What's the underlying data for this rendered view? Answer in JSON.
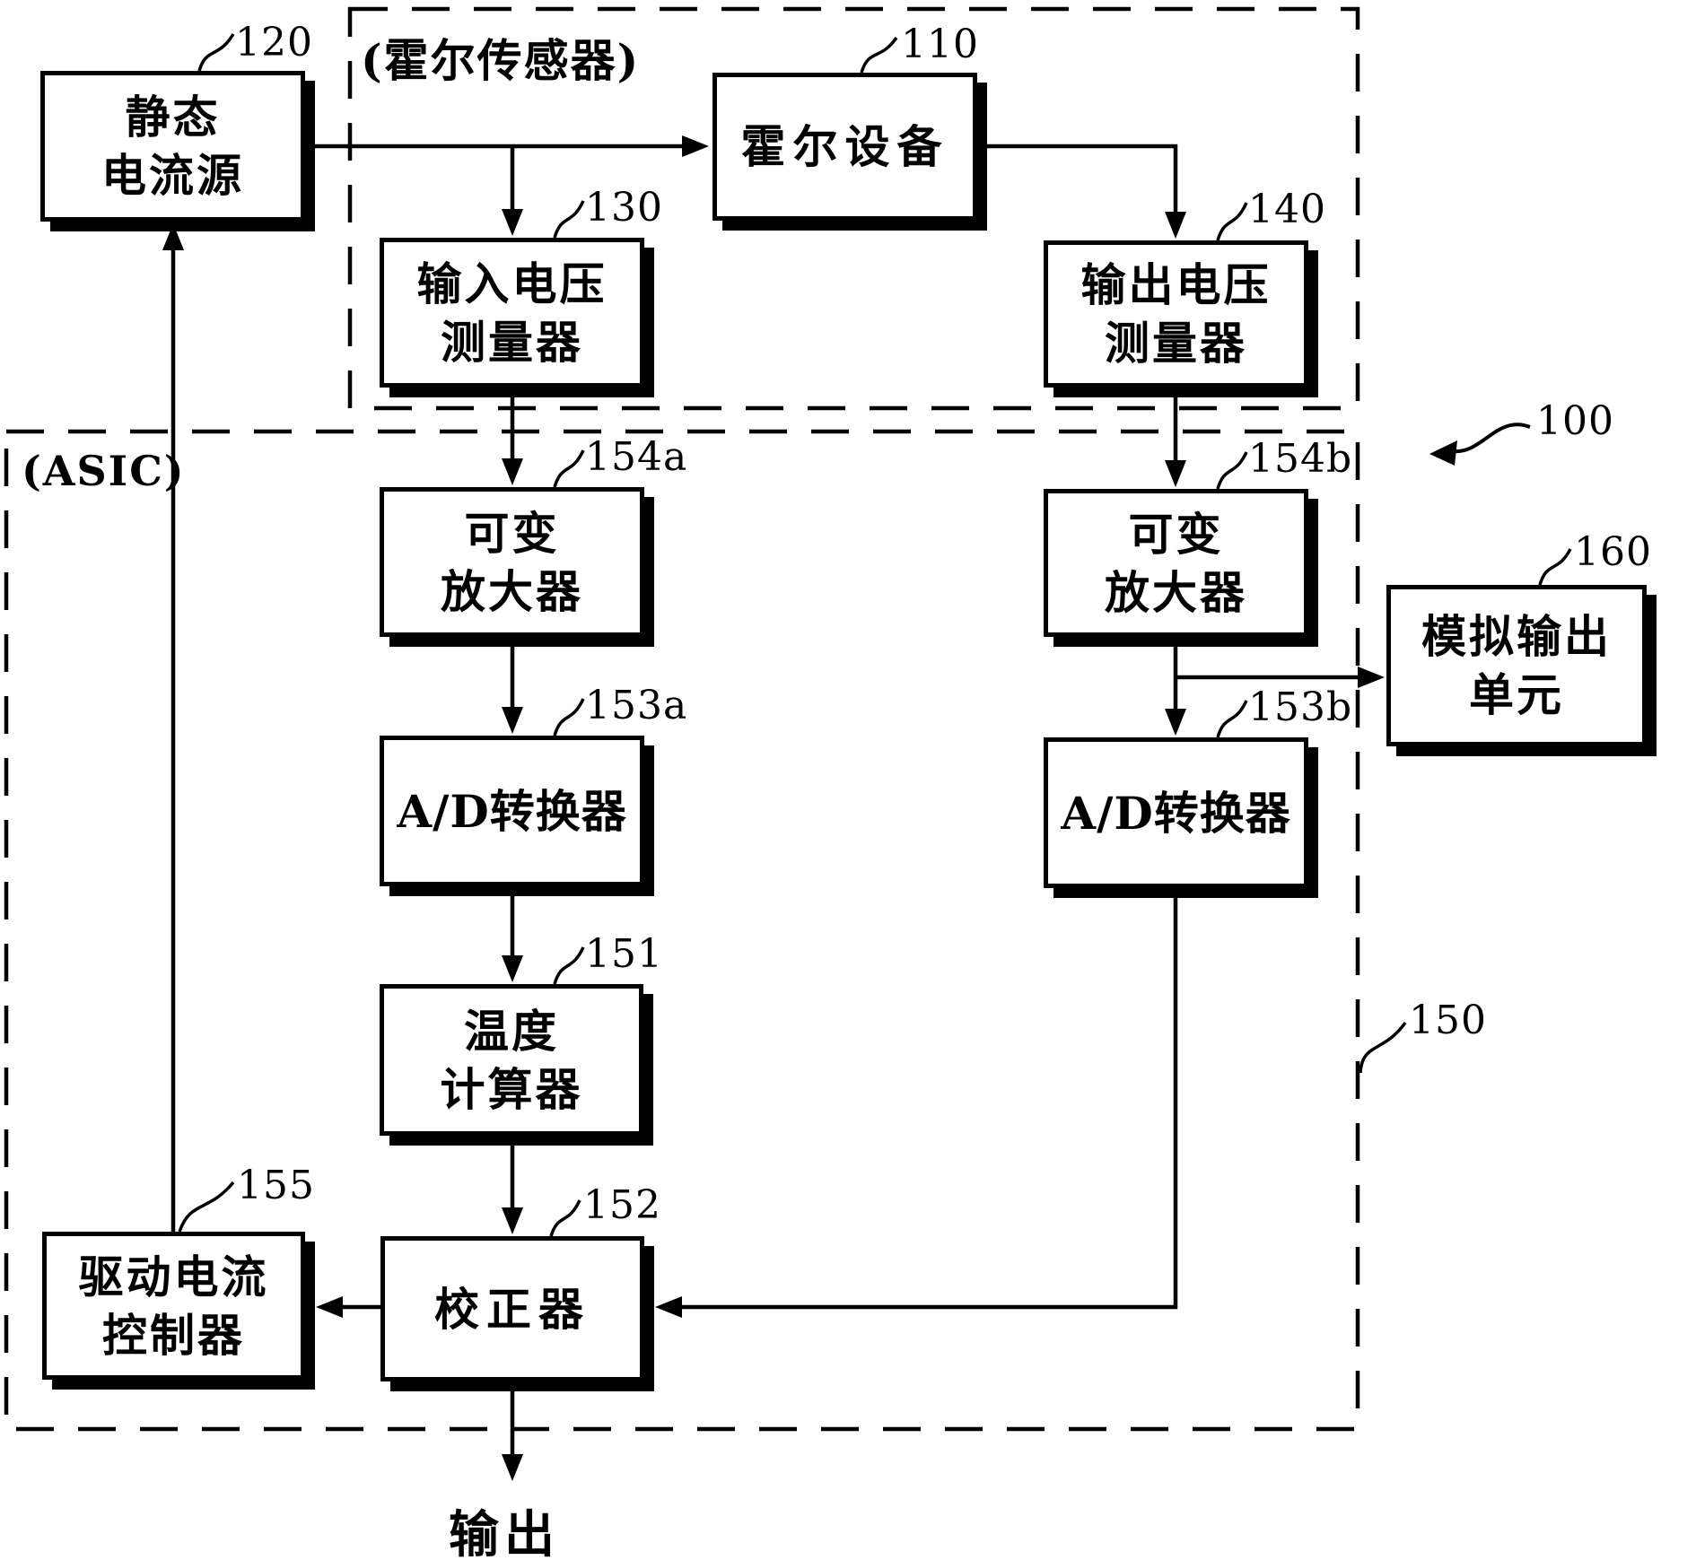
{
  "figure": {
    "background": "#ffffff",
    "line_color": "#000000",
    "groups": {
      "hall_sensor": {
        "label": "(霍尔传感器)"
      },
      "asic": {
        "label": "(ASIC)"
      }
    },
    "blocks": {
      "static_current_source": {
        "ref": "120",
        "lines": [
          "静态",
          "电流源"
        ]
      },
      "hall_device": {
        "ref": "110",
        "lines": [
          "霍尔设备"
        ]
      },
      "input_voltage_measurer": {
        "ref": "130",
        "lines": [
          "输入电压",
          "测量器"
        ]
      },
      "output_voltage_measurer": {
        "ref": "140",
        "lines": [
          "输出电压",
          "测量器"
        ]
      },
      "variable_amplifier_a": {
        "ref": "154a",
        "lines": [
          "可变",
          "放大器"
        ]
      },
      "variable_amplifier_b": {
        "ref": "154b",
        "lines": [
          "可变",
          "放大器"
        ]
      },
      "ad_converter_a": {
        "ref": "153a",
        "lines": [
          "A/D转换器"
        ]
      },
      "ad_converter_b": {
        "ref": "153b",
        "lines": [
          "A/D转换器"
        ]
      },
      "temperature_calculator": {
        "ref": "151",
        "lines": [
          "温度",
          "计算器"
        ]
      },
      "corrector": {
        "ref": "152",
        "lines": [
          "校正器"
        ]
      },
      "drive_current_controller": {
        "ref": "155",
        "lines": [
          "驱动电流",
          "控制器"
        ]
      },
      "analog_output_unit": {
        "ref": "160",
        "lines": [
          "模拟输出",
          "单元"
        ]
      }
    },
    "callouts": {
      "system": "100",
      "asic_ref": "150"
    },
    "output_terminal": "输出"
  }
}
